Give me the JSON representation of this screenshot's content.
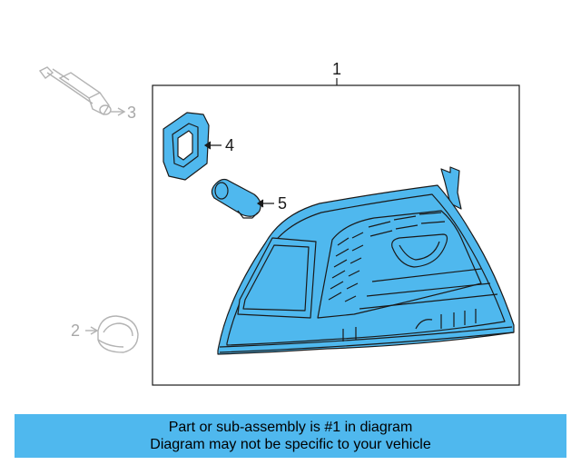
{
  "diagram": {
    "callouts": {
      "main_assembly": "1",
      "gray_left": "2",
      "gray_top": "3",
      "gasket": "4",
      "bulb": "5"
    },
    "colors": {
      "highlight": "#4fb8ee",
      "line": "#1a1a1a",
      "ghost": "#b3b3b3"
    },
    "highlighted_part": "tail-lamp-assembly"
  },
  "banner": {
    "line1": "Part or sub-assembly is #1 in diagram",
    "line2": "Diagram may not be specific to your vehicle"
  }
}
